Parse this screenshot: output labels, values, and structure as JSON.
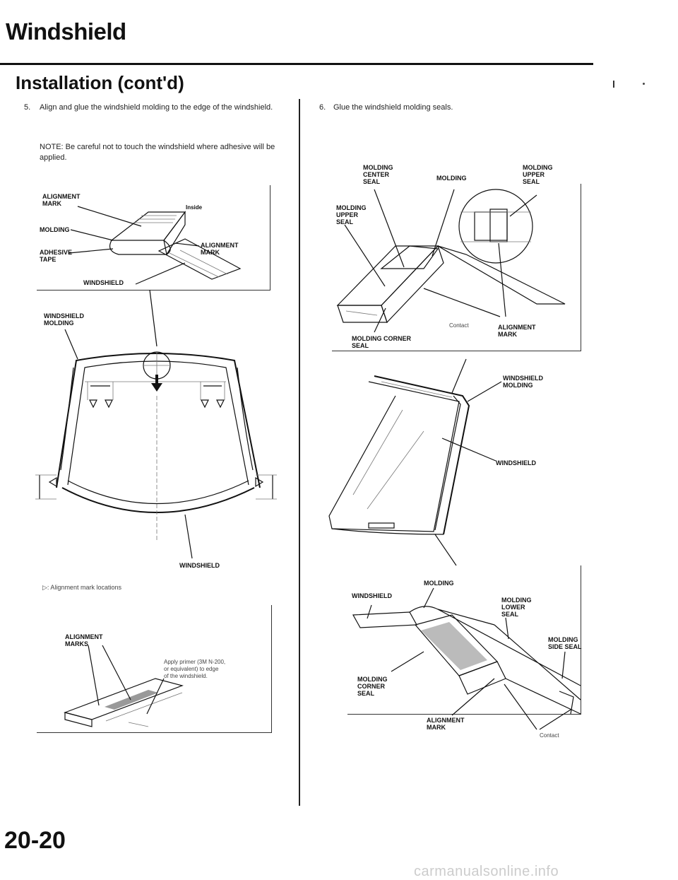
{
  "header": {
    "title": "Windshield",
    "section": "Installation (cont'd)"
  },
  "steps": [
    {
      "number": "5.",
      "text": "Align and glue the windshield molding to the edge of the windshield.",
      "note": "NOTE: Be careful not to touch the windshield where adhesive will be applied."
    },
    {
      "number": "6.",
      "text": "Glue the windshield molding seals."
    }
  ],
  "fig1": {
    "alignment_mark": "ALIGNMENT\nMARK",
    "inside": "Inside",
    "molding": "MOLDING",
    "adhesive_tape": "ADHESIVE\nTAPE",
    "alignment_mark_2": "ALIGNMENT\nMARK",
    "windshield": "WINDSHIELD"
  },
  "fig2": {
    "windshield_molding": "WINDSHIELD\nMOLDING",
    "windshield": "WINDSHIELD",
    "legend": "▷: Alignment mark locations"
  },
  "fig3": {
    "alignment_marks": "ALIGNMENT\nMARKS",
    "primer_note": "Apply primer (3M N-200,\nor equivalent) to edge\nof the windshield."
  },
  "fig4": {
    "molding_center_seal": "MOLDING\nCENTER\nSEAL",
    "molding": "MOLDING",
    "molding_upper_seal_right": "MOLDING\nUPPER\nSEAL",
    "molding_upper_seal_left": "MOLDING\nUPPER\nSEAL",
    "contact": "Contact",
    "molding_corner_seal": "MOLDING CORNER\nSEAL",
    "alignment_mark": "ALIGNMENT\nMARK"
  },
  "fig5": {
    "windshield_molding": "WINDSHIELD\nMOLDING",
    "windshield": "WINDSHIELD"
  },
  "fig6": {
    "molding": "MOLDING",
    "windshield": "WINDSHIELD",
    "molding_lower_seal": "MOLDING\nLOWER\nSEAL",
    "molding_side_seal": "MOLDING\nSIDE SEAL",
    "molding_corner_seal": "MOLDING\nCORNER\nSEAL",
    "alignment_mark": "ALIGNMENT\nMARK",
    "contact": "Contact"
  },
  "footer": {
    "page_number": "20-20",
    "url": "carmanualsonline.info"
  }
}
